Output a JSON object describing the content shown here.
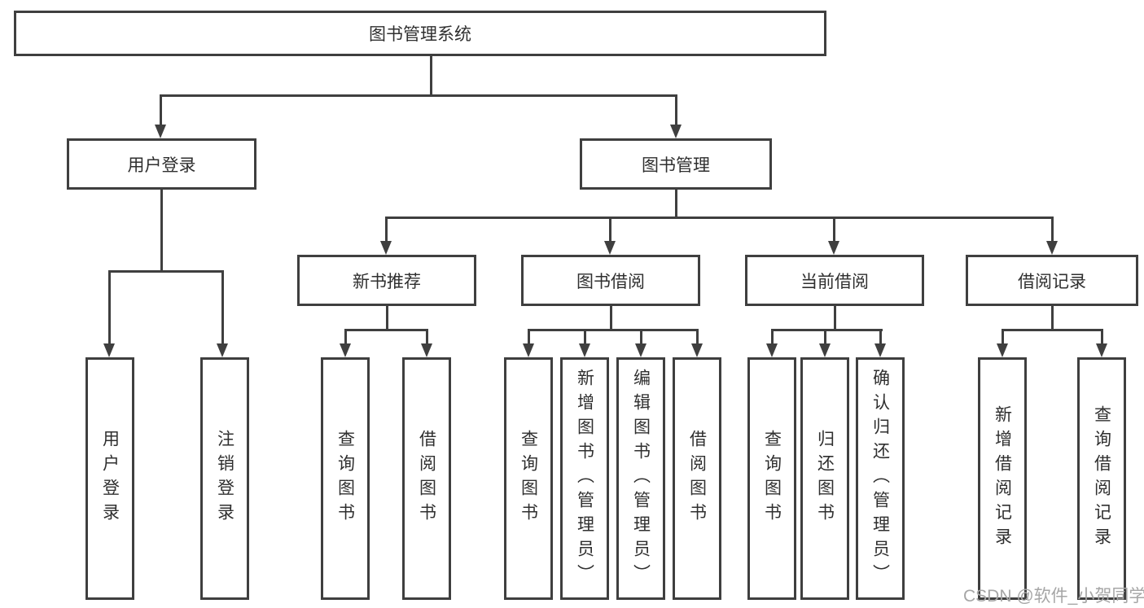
{
  "diagram": {
    "root": {
      "label": "图书管理系统"
    },
    "level2": [
      {
        "label": "用户登录"
      },
      {
        "label": "图书管理"
      }
    ],
    "level3": [
      {
        "label": "新书推荐"
      },
      {
        "label": "图书借阅"
      },
      {
        "label": "当前借阅"
      },
      {
        "label": "借阅记录"
      }
    ],
    "leaves": [
      {
        "label": "用户登录"
      },
      {
        "label": "注销登录"
      },
      {
        "label": "查询图书"
      },
      {
        "label": "借阅图书"
      },
      {
        "label": "查询图书"
      },
      {
        "label": "新增图书（管理员）"
      },
      {
        "label": "编辑图书（管理员）"
      },
      {
        "label": "借阅图书"
      },
      {
        "label": "查询图书"
      },
      {
        "label": "归还图书"
      },
      {
        "label": "确认归还（管理员）"
      },
      {
        "label": "新增借阅记录"
      },
      {
        "label": "查询借阅记录"
      }
    ]
  },
  "watermark": {
    "text": "CSDN @软件_小贺同学"
  },
  "colors": {
    "line": "#3f3f3f",
    "text": "#2f2f2f",
    "watermark": "#a6a6a6",
    "background": "#ffffff"
  }
}
